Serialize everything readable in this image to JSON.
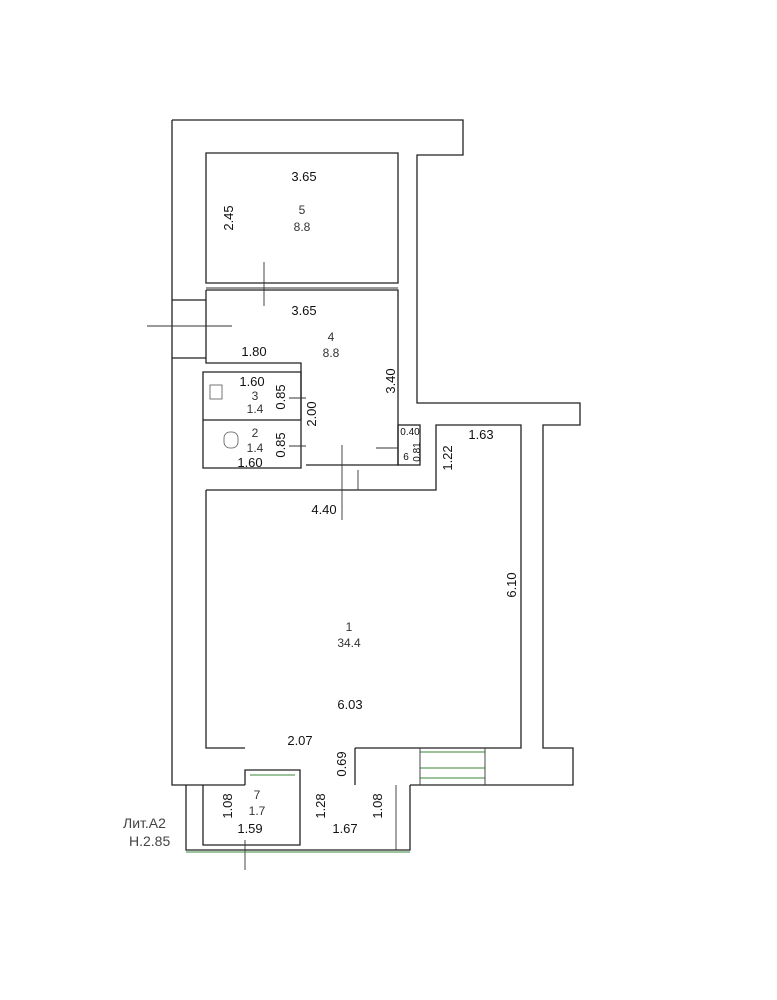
{
  "rooms": [
    {
      "number": "1",
      "area": "34.4"
    },
    {
      "number": "2",
      "area": "1.4"
    },
    {
      "number": "3",
      "area": "1.4"
    },
    {
      "number": "4",
      "area": "8.8"
    },
    {
      "number": "5",
      "area": "8.8"
    },
    {
      "number": "7",
      "area": "1.7"
    },
    {
      "number": "6",
      "area": ""
    }
  ],
  "dimensions": {
    "r5_width": "3.65",
    "r5_height": "2.45",
    "r4_width": "3.65",
    "r4_left": "1.80",
    "r4_height": "3.40",
    "r3_width": "1.60",
    "r3_depth": "0.85",
    "r2_width": "1.60",
    "r2_depth": "0.85",
    "wc_corridor": "2.00",
    "small_a": "0.40",
    "small_b": "0.81",
    "step_height": "1.22",
    "step_width": "1.63",
    "r1_top": "4.40",
    "r1_height": "6.10",
    "r1_width": "6.03",
    "r1_bottom_left": "2.07",
    "r1_bottom_step": "0.69",
    "r7_height": "1.08",
    "r7_width": "1.59",
    "porch_height": "1.28",
    "porch_width": "1.67",
    "porch_right": "1.08"
  },
  "legend": {
    "line1": "Лит.А2",
    "line2": "Н.2.85"
  }
}
